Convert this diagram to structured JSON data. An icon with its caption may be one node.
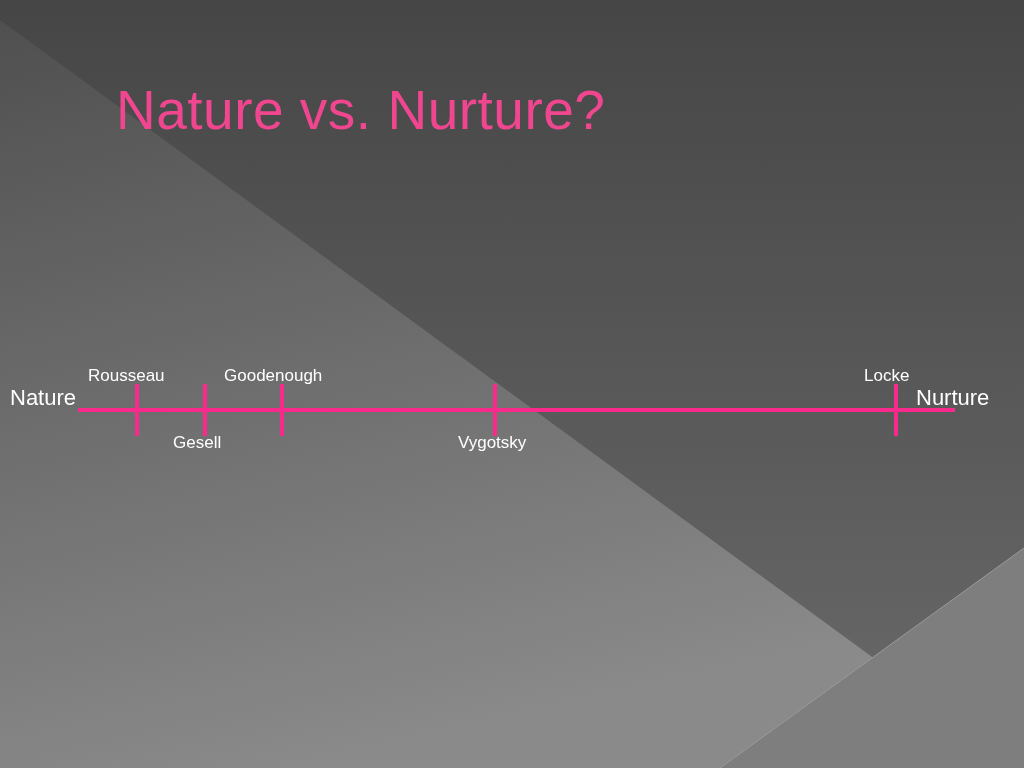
{
  "diagram": {
    "title": "Nature vs. Nurture?",
    "labels": [
      "Rousseau",
      "Goodenough",
      "Locke",
      "Nature",
      "Nurture",
      "Gesell",
      "Vygotsky"
    ]
  }
}
